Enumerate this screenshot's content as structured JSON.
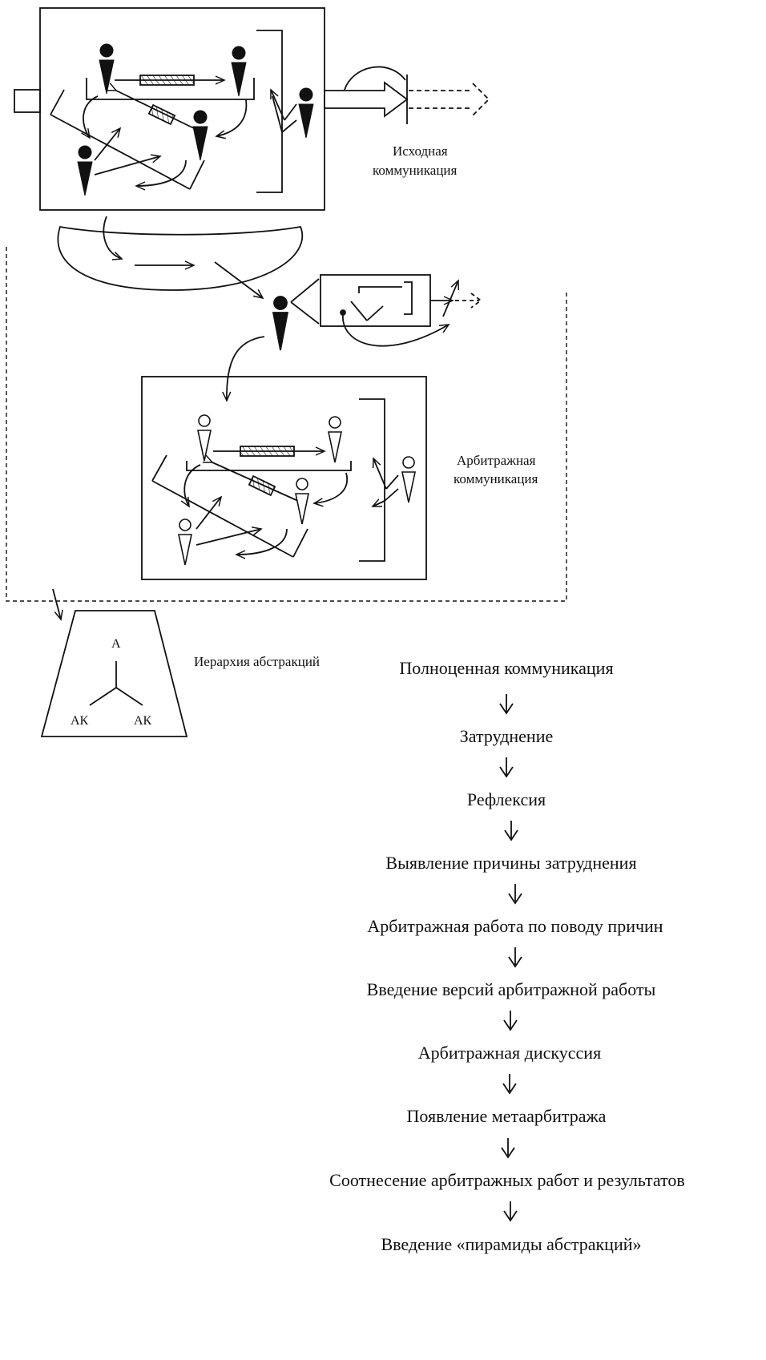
{
  "labels": {
    "source_comm": [
      "Исходная",
      "коммуникация"
    ],
    "arbitration_comm": [
      "Арбитражная",
      "коммуникация"
    ],
    "hierarchy": "Иерархия абстракций",
    "pyramid_top": "А",
    "pyramid_left": "АК",
    "pyramid_right": "АК"
  },
  "steps": [
    "Полноценная коммуникация",
    "Затруднение",
    "Рефлексия",
    "Выявление причины затруднения",
    "Арбитражная работа по поводу причин",
    "Введение версий арбитражной работы",
    "Арбитражная дискуссия",
    "Появление метаарбитража",
    "Соотнесение арбитражных работ и результатов",
    "Введение «пирамиды абстракций»"
  ]
}
